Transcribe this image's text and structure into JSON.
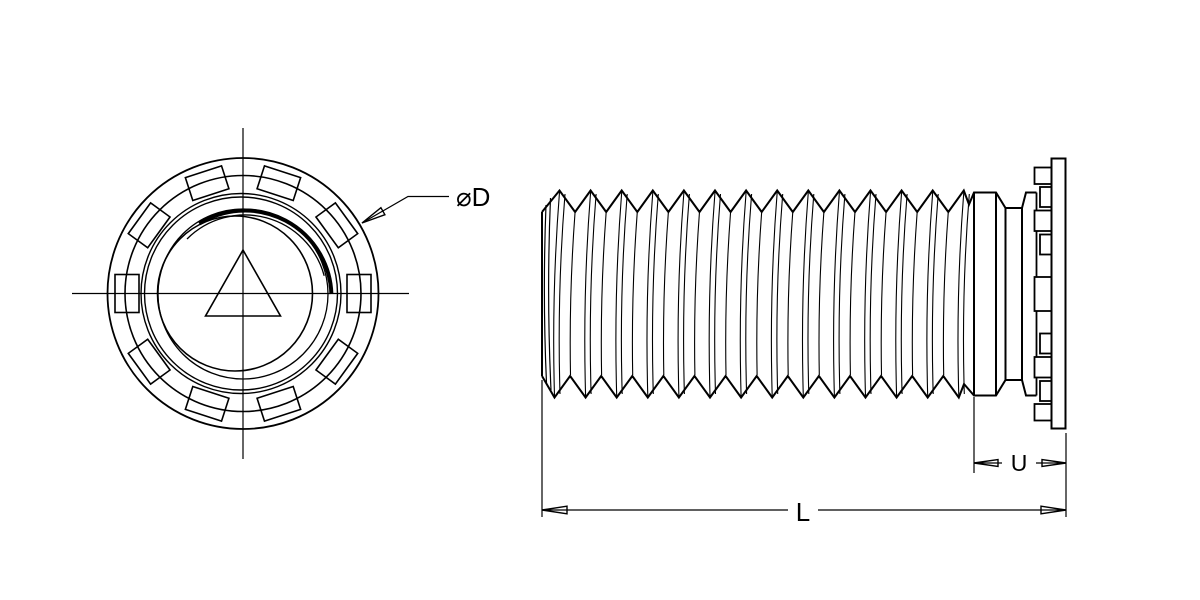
{
  "page": {
    "background_color": "#ffffff",
    "line_color": "#000000"
  },
  "drawing": {
    "labels": {
      "diameter": "⌀D",
      "unthreaded": "U",
      "length": "L"
    }
  }
}
